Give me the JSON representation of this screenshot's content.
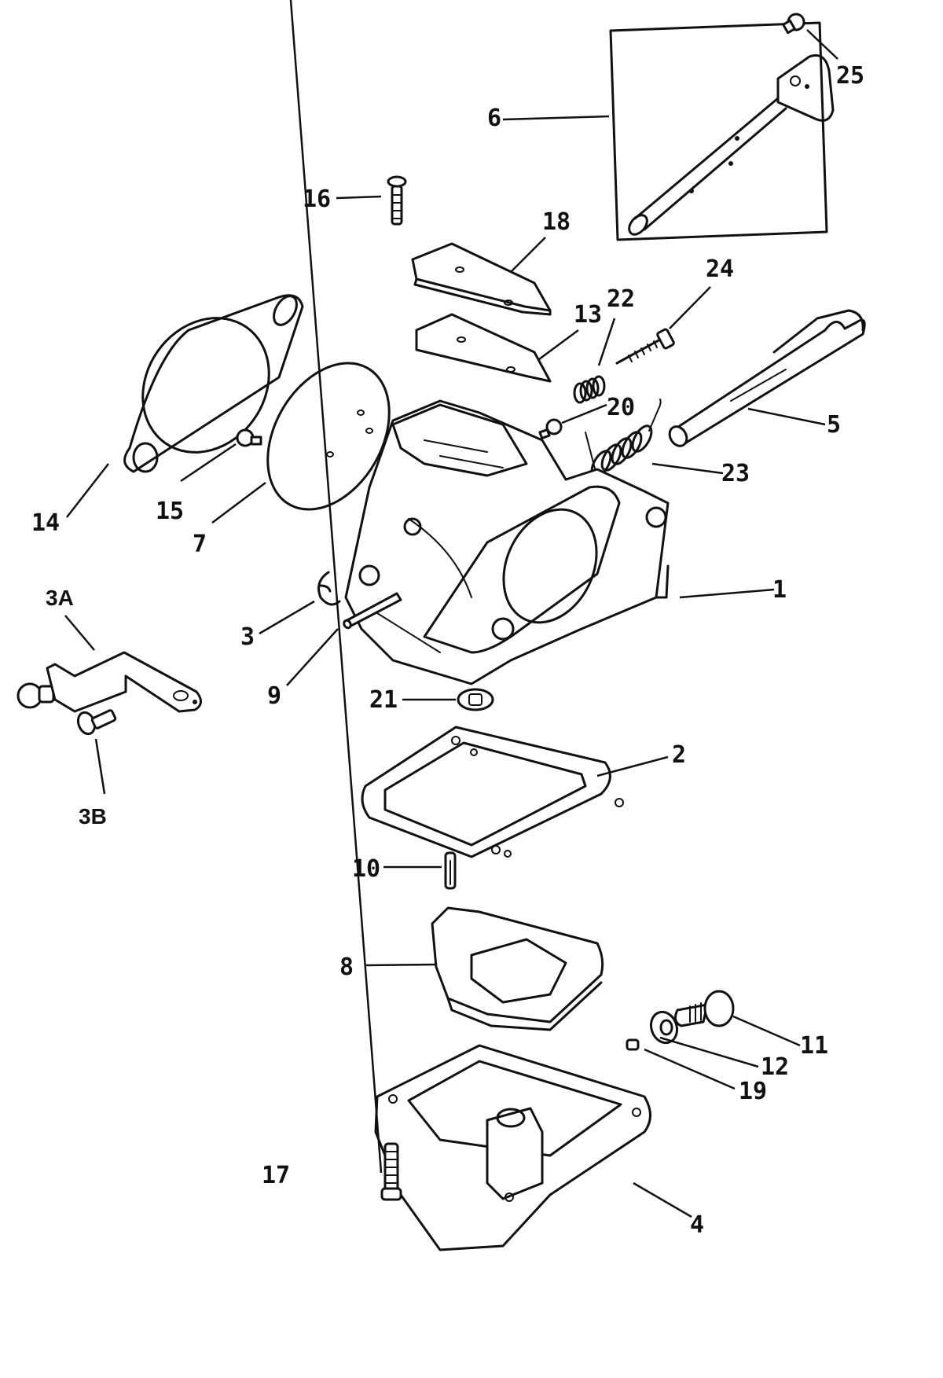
{
  "diagram": {
    "type": "exploded-parts-diagram",
    "subject": "carburetor",
    "callouts": [
      {
        "id": "1",
        "label": "1"
      },
      {
        "id": "2",
        "label": "2"
      },
      {
        "id": "3",
        "label": "3"
      },
      {
        "id": "3A",
        "label": "3A"
      },
      {
        "id": "3B",
        "label": "3B"
      },
      {
        "id": "4",
        "label": "4"
      },
      {
        "id": "5",
        "label": "5"
      },
      {
        "id": "6",
        "label": "6"
      },
      {
        "id": "7",
        "label": "7"
      },
      {
        "id": "8",
        "label": "8"
      },
      {
        "id": "9",
        "label": "9"
      },
      {
        "id": "10",
        "label": "10"
      },
      {
        "id": "11",
        "label": "11"
      },
      {
        "id": "12",
        "label": "12"
      },
      {
        "id": "13",
        "label": "13"
      },
      {
        "id": "14",
        "label": "14"
      },
      {
        "id": "15",
        "label": "15"
      },
      {
        "id": "16",
        "label": "16"
      },
      {
        "id": "17",
        "label": "17"
      },
      {
        "id": "18",
        "label": "18"
      },
      {
        "id": "19",
        "label": "19"
      },
      {
        "id": "20",
        "label": "20"
      },
      {
        "id": "21",
        "label": "21"
      },
      {
        "id": "22",
        "label": "22"
      },
      {
        "id": "23",
        "label": "23"
      },
      {
        "id": "24",
        "label": "24"
      },
      {
        "id": "25",
        "label": "25"
      }
    ]
  }
}
